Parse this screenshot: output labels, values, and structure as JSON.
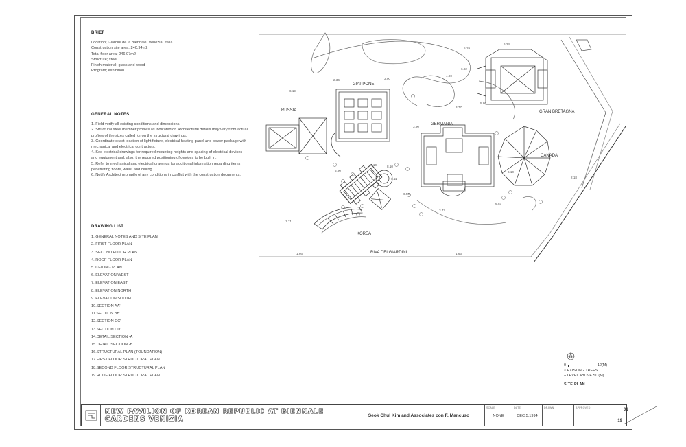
{
  "brief": {
    "title": "BRIEF",
    "lines": [
      "Location; Giardini de la Biennale, Venezia, Italia",
      "Construction site area; 240.94m2",
      "Total floor area; 246.07m2",
      "Structure; steel",
      "Finish material; glass and wood",
      "Program; exhibition"
    ]
  },
  "general_notes": {
    "title": "GENERAL NOTES",
    "items": [
      "1. Field verify all existing conditions and dimensions.",
      "2. Structural steel member profiles as indicated on Architectural details may vary from actual profiles of the sizes called for on the structural drawings.",
      "3. Coordinate exact location of light fixture, electrical heating panel and power package with mechanical and electrical contractors.",
      "4. See electrical drawings for required mounting heights and spacing of electrical devices and equipment and, also, the required positioning of devices to be built in.",
      "5. Refer to mechanical and electrical drawings for additional information regarding items penetrating floors, walls, and ceiling.",
      "6. Notify Architect promptly of any conditions in conflict with the construction documents."
    ]
  },
  "drawing_list": {
    "title": "DRAWING LIST",
    "items": [
      "1. GENERAL NOTES AND SITE PLAN",
      "2. FIRST FLOOR PLAN",
      "3. SECOND FLOOR PLAN",
      "4. ROOF FLOOR PLAN",
      "5. CEILING PLAN",
      "6. ELEVATION WEST",
      "7. ELEVATION EAST",
      "8. ELEVATION NORTH",
      "9. ELEVATION SOUTH",
      "10.SECTION AA'",
      "11.SECTION BB'",
      "12.SECTION CC'",
      "13.SECTION DD'",
      "14.DETAIL SECTION -A",
      "15.DETAIL SECTION -B",
      "16.STRUCTURAL PLAN (FOUNDATION)",
      "17.FIRST FLOOR STRUCTURAL PLAN",
      "18.SECOND FLOOR STRUCTURAL PLAN",
      "19.ROOF FLOOR STRUCTURAL PLAN"
    ]
  },
  "site_plan": {
    "labels": {
      "russia": "RUSSIA",
      "giappone": "GIAPPONE",
      "germania": "GERMANIA",
      "gran_bretagna": "GRAN BRETAGNA",
      "canada": "CANADA",
      "korea": "KOREA",
      "riva": "RIVA DEI GIARDINI"
    },
    "levels": [
      "6.19",
      "6.24",
      "5.19",
      "6.82",
      "2.36",
      "3.90",
      "4.90",
      "3.77",
      "6.10",
      "3.90",
      "5.90",
      "6.11",
      "8.10",
      "6.50",
      "6.93",
      "3.77",
      "6.10",
      "2.18",
      "1.71",
      "1.66",
      "1.63",
      "5.80"
    ]
  },
  "legend": {
    "scale_start": "0",
    "scale_end": "12(M)",
    "existing_trees": "EXISTING TREES",
    "level_above": "LEVEL ABOVE SL (M)",
    "title": "SITE PLAN"
  },
  "title_block": {
    "project": "NEW PAVILION OF KOREAN REPUBLIC AT BIENNALE GARDENS VENIZIA",
    "firm": "Seok Chul Kim and Associates con F. Mancuso",
    "scale_label": "SCALE",
    "scale_value": "NONE",
    "date_label": "DATE",
    "date_value": "DEC.5.1994",
    "drawn_label": "DRAWN",
    "approved_label": "APPROVED",
    "sheet_number": "01",
    "sheet_total": "19"
  },
  "colors": {
    "ink": "#333333",
    "paper": "#ffffff"
  }
}
